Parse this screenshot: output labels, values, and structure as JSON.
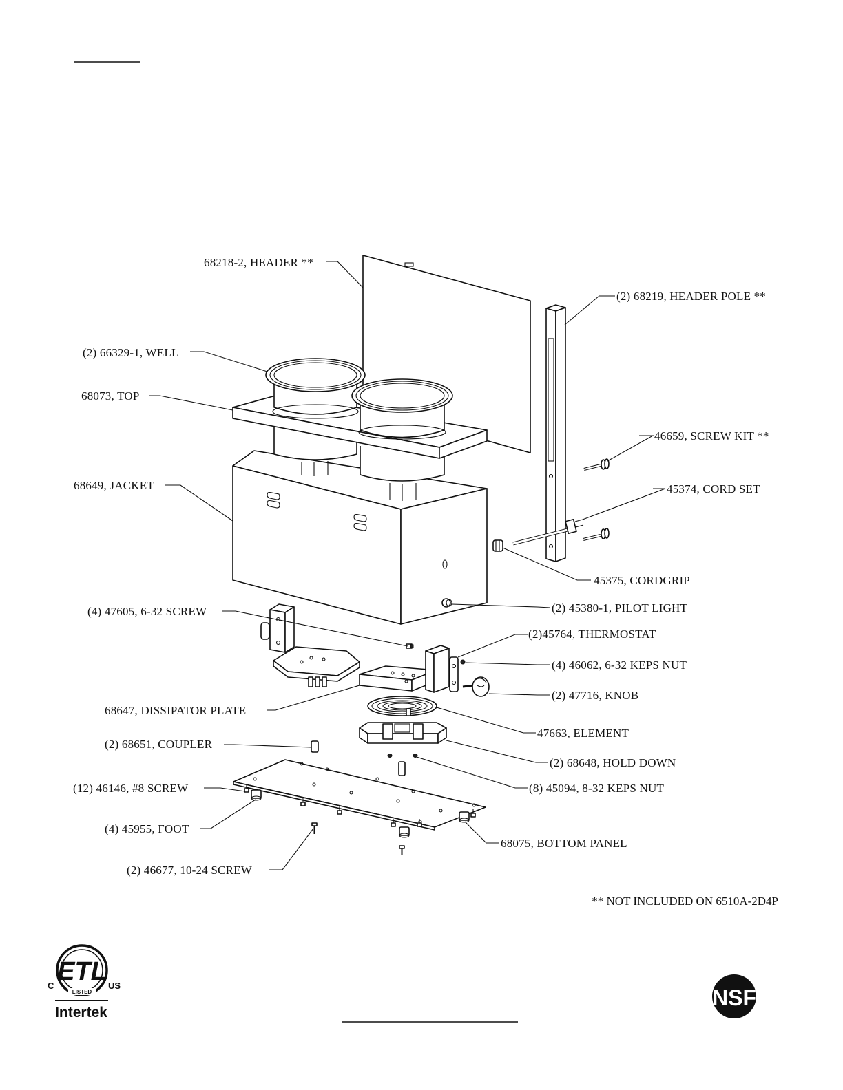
{
  "callouts": {
    "header": "68218-2, HEADER **",
    "header_pole": "(2) 68219, HEADER POLE **",
    "well": "(2) 66329-1, WELL",
    "top": "68073, TOP",
    "screw_kit": "46659, SCREW KIT **",
    "jacket": "68649, JACKET",
    "cord_set": "45374, CORD SET",
    "cordgrip": "45375, CORDGRIP",
    "screw_6_32": "(4) 47605, 6-32 SCREW",
    "pilot_light": "(2) 45380-1, PILOT LIGHT",
    "thermostat": "(2)45764, THERMOSTAT",
    "keps_nut_6_32": "(4) 46062, 6-32 KEPS NUT",
    "knob": "(2) 47716, KNOB",
    "dissipator_plate": "68647, DISSIPATOR  PLATE",
    "element": "47663, ELEMENT",
    "coupler": "(2) 68651, COUPLER",
    "hold_down": "(2) 68648, HOLD DOWN",
    "screw_8": "(12) 46146, #8 SCREW",
    "keps_nut_8_32": "(8) 45094, 8-32 KEPS NUT",
    "foot": "(4) 45955, FOOT",
    "bottom_panel": "68075, BOTTOM PANEL",
    "screw_10_24": "(2) 46677, 10-24 SCREW"
  },
  "note": "** NOT INCLUDED ON 6510A-2D4P",
  "logos": {
    "etl": {
      "mark": "ETL",
      "listed": "LISTED",
      "left": "C",
      "right": "US",
      "brand": "Intertek"
    },
    "nsf": {
      "mark": "NSF"
    }
  }
}
